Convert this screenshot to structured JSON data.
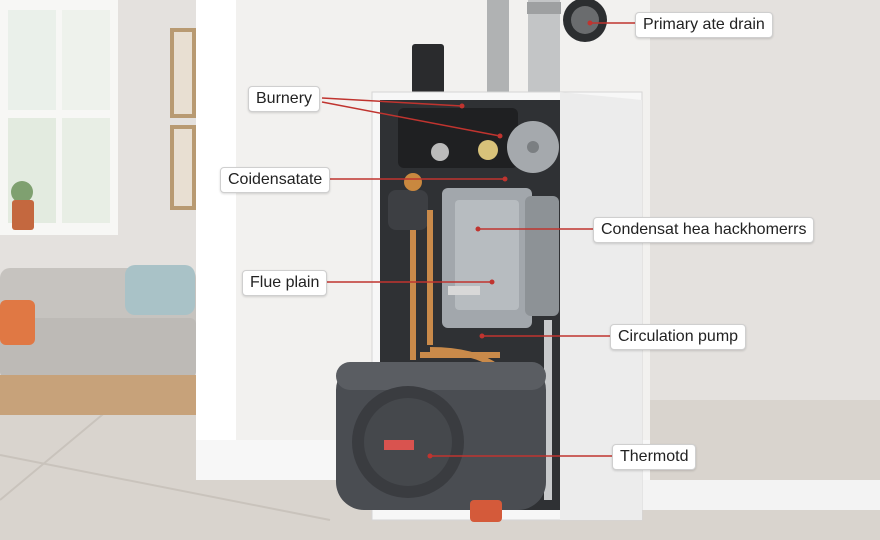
{
  "labels": {
    "primary_drain": "Primary ate drain",
    "burnery": "Burnery",
    "condensatate": "Coidensatate",
    "condensate_heat_exchangers": "Condensat hea hackhomerrs",
    "flue_plain": "Flue plain",
    "circulation_pump": "Circulation pump",
    "thermostat": "Thermotd"
  },
  "colors": {
    "leader_line": "#c0342f",
    "wall": "#dcd9d6",
    "cabinet": "#f4f4f4",
    "interior": "#2e3033",
    "heat_exchanger": "#9aa0a6",
    "copper_pipe": "#c98a4a",
    "pump_housing": "#4a4d52"
  },
  "icons": [
    "window",
    "sofa",
    "plant-pot",
    "picture-frame",
    "chimney-flue-pipe",
    "pressure-gauge",
    "expansion-vessel",
    "pump-motor"
  ]
}
